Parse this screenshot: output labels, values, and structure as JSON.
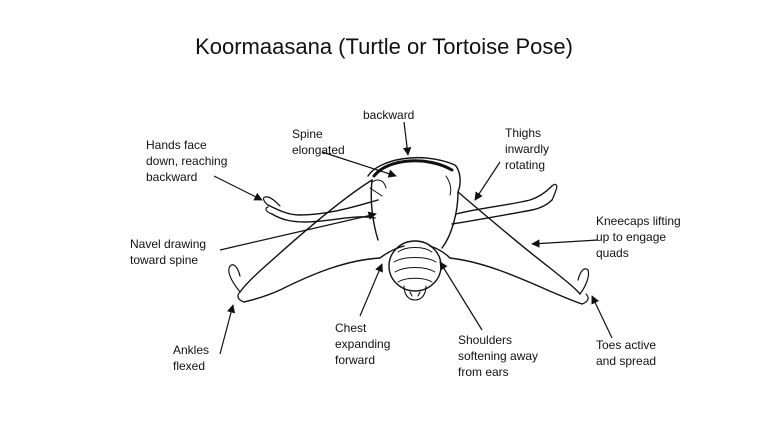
{
  "slide": {
    "title": "Koormaasana (Turtle or Tortoise Pose)",
    "ink_color": "#111111",
    "background_color": "#ffffff",
    "labels": {
      "backward": "backward",
      "spine": "Spine\nelongated",
      "thighs": "Thighs\ninwardly\nrotating",
      "hands": "Hands face\ndown, reaching\nbackward",
      "kneecaps": "Kneecaps lifting\nup to engage\nquads",
      "navel": "Navel drawing\ntoward spine",
      "ankles": "Ankles\nflexed",
      "chest": "Chest\nexpanding\nforward",
      "shoulders": "Shoulders\nsoftening away\nfrom ears",
      "toes": "Toes active\nand spread"
    }
  }
}
